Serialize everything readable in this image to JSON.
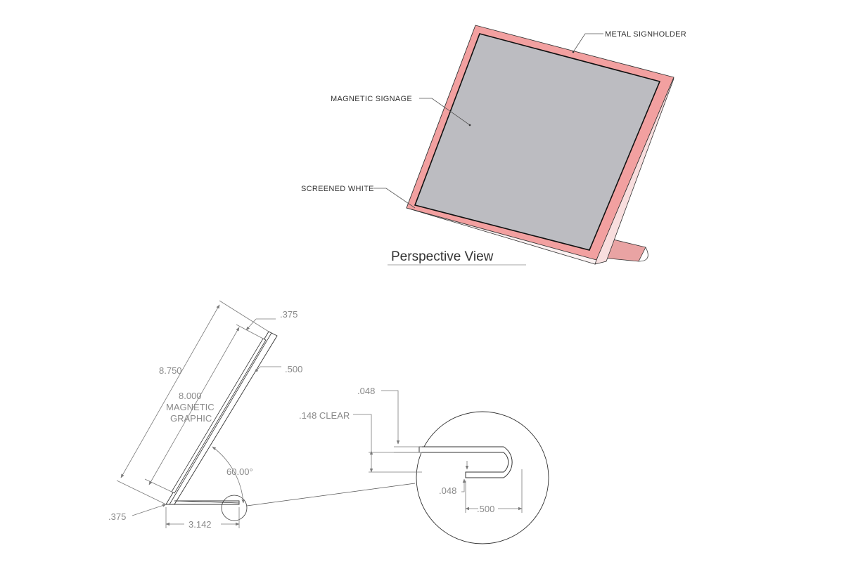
{
  "perspective": {
    "title": "Perspective View",
    "callouts": {
      "metal_signholder": "METAL SIGNHOLDER",
      "magnetic_signage": "MAGNETIC SIGNAGE",
      "screened_white": "SCREENED WHITE"
    },
    "colors": {
      "frame": "#f2a0a0",
      "frame_edge": "#f8dede",
      "panel": "#bcbcc1",
      "base": "#fbf1f1"
    }
  },
  "side_view": {
    "dim_top": ".375",
    "dim_edge": ".500",
    "dim_length": "8.750",
    "graphic_length": "8.000",
    "graphic_label_1": "MAGNETIC",
    "graphic_label_2": "GRAPHIC",
    "angle": "60.00°",
    "dim_bottom": ".375",
    "dim_base": "3.142"
  },
  "detail_view": {
    "thickness_top": ".048",
    "clear": ".148 CLEAR",
    "thickness_bottom": ".048",
    "hem_length": ".500"
  }
}
